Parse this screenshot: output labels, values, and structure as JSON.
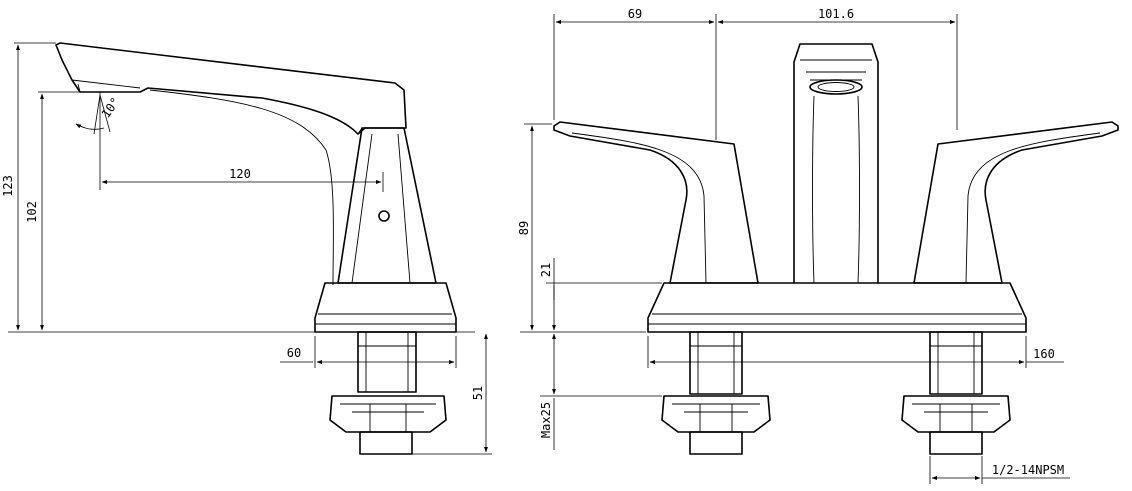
{
  "side_view": {
    "overall_height": "123",
    "spout_height": "102",
    "spout_reach": "120",
    "spray_angle": "10°",
    "base_depth": "60",
    "shank_length": "51"
  },
  "front_view": {
    "left_to_center": "69",
    "center_to_right": "101.6",
    "handle_height": "89",
    "base_height": "21",
    "base_width": "160",
    "max_deck": "Max25",
    "thread": "1/2-14NPSM"
  },
  "colors": {
    "line": "#000000",
    "background": "#ffffff"
  }
}
